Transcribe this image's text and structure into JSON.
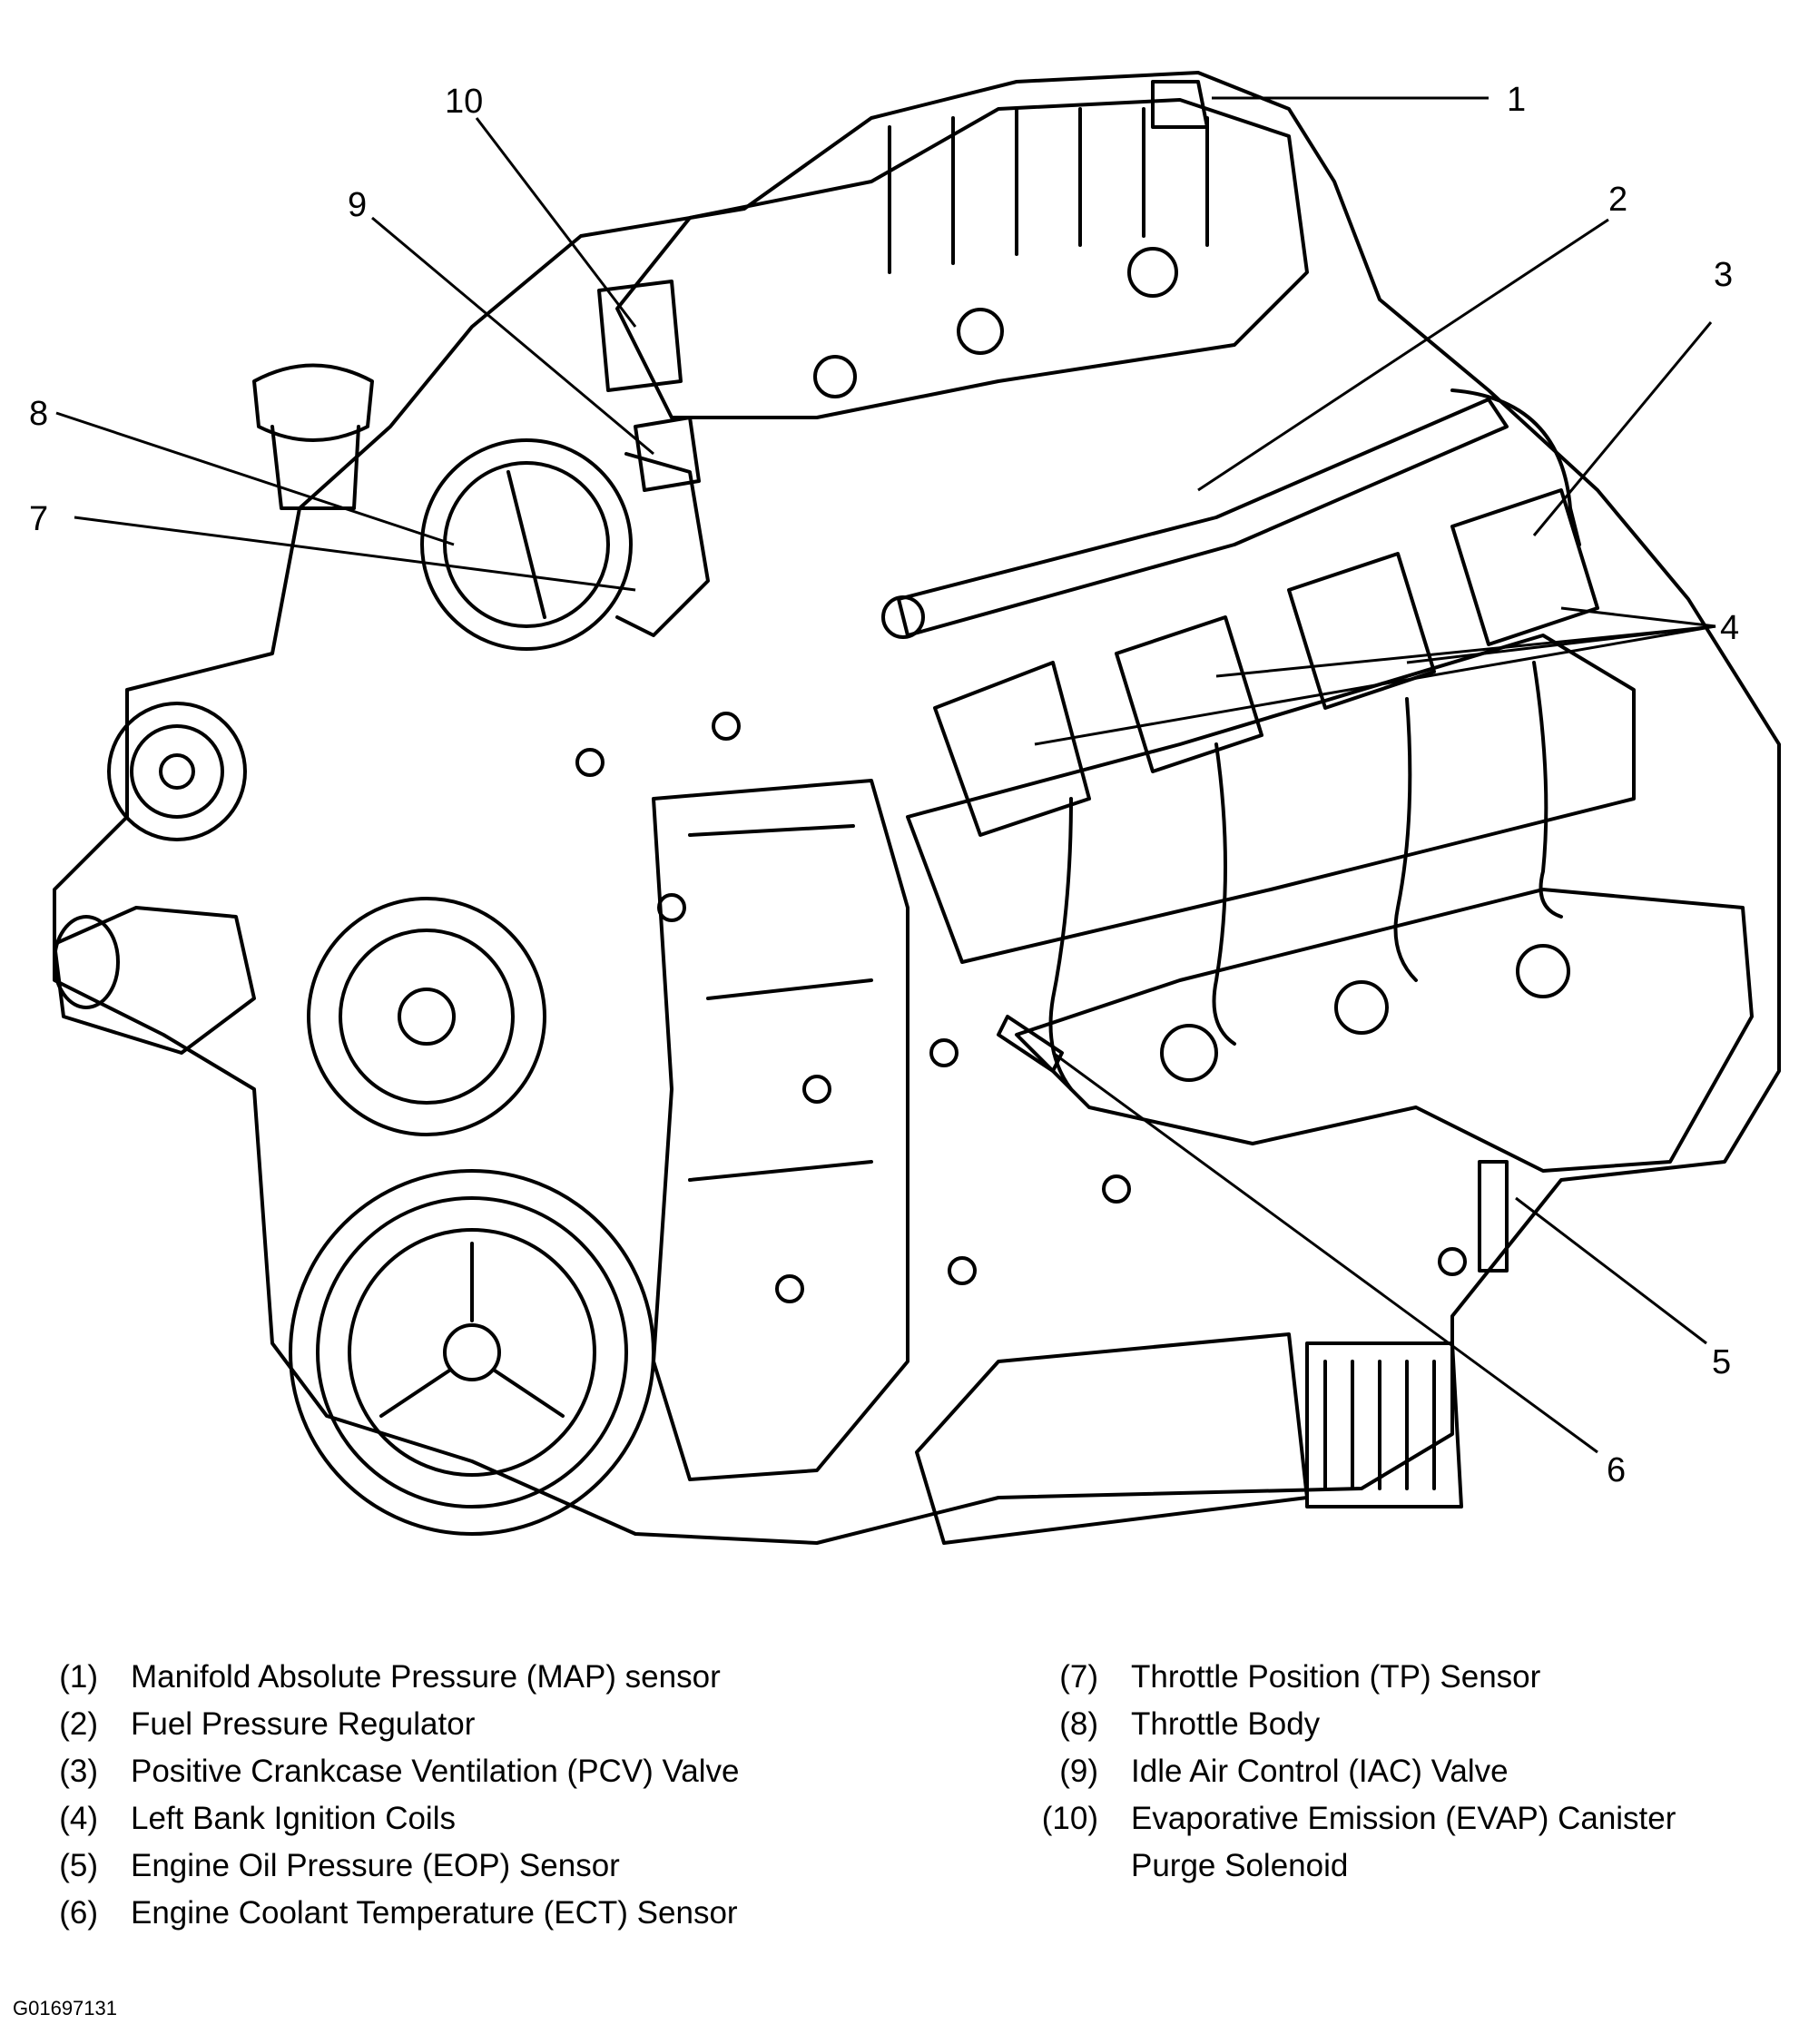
{
  "callouts": [
    "1",
    "2",
    "3",
    "4",
    "5",
    "6",
    "7",
    "8",
    "9",
    "10"
  ],
  "legend_left": [
    {
      "num": "(1)",
      "text": "Manifold Absolute Pressure (MAP) sensor"
    },
    {
      "num": "(2)",
      "text": "Fuel Pressure Regulator"
    },
    {
      "num": "(3)",
      "text": "Positive Crankcase Ventilation (PCV) Valve"
    },
    {
      "num": "(4)",
      "text": "Left Bank Ignition Coils"
    },
    {
      "num": "(5)",
      "text": "Engine Oil Pressure (EOP) Sensor"
    },
    {
      "num": "(6)",
      "text": "Engine Coolant Temperature (ECT) Sensor"
    }
  ],
  "legend_right": [
    {
      "num": "(7)",
      "text": "Throttle Position (TP) Sensor"
    },
    {
      "num": "(8)",
      "text": "Throttle Body"
    },
    {
      "num": "(9)",
      "text": "Idle Air Control (IAC) Valve"
    },
    {
      "num": "(10)",
      "text": "Evaporative Emission (EVAP) Canister",
      "cont": "Purge Solenoid"
    }
  ],
  "figure_id": "G01697131",
  "colors": {
    "ink": "#000000",
    "paper": "#ffffff"
  }
}
